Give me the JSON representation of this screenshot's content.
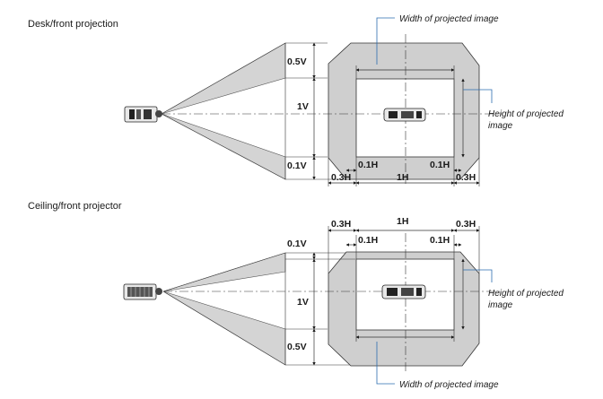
{
  "sections": [
    {
      "title": "Desk/front projection",
      "v_labels": [
        "0.5V",
        "1V",
        "0.1V"
      ],
      "h_labels": [
        "0.1H",
        "0.1H",
        "0.3H",
        "1H",
        "0.3H"
      ],
      "width_callout": "Width of projected image",
      "height_callout_line1": "Height of projected",
      "height_callout_line2": "image"
    },
    {
      "title": "Ceiling/front projector",
      "v_labels": [
        "0.1V",
        "1V",
        "0.5V"
      ],
      "h_labels": [
        "0.3H",
        "1H",
        "0.3H",
        "0.1H",
        "0.1H"
      ],
      "width_callout": "Width of projected image",
      "height_callout_line1": "Height of projected",
      "height_callout_line2": "image"
    }
  ],
  "colors": {
    "shift_area": "#cfcfcf",
    "beam": "#d4d4d4",
    "line": "#1a1a1a",
    "callout_accent": "#2b6cb0"
  },
  "icons": [
    "projector-icon",
    "projector-icon"
  ]
}
